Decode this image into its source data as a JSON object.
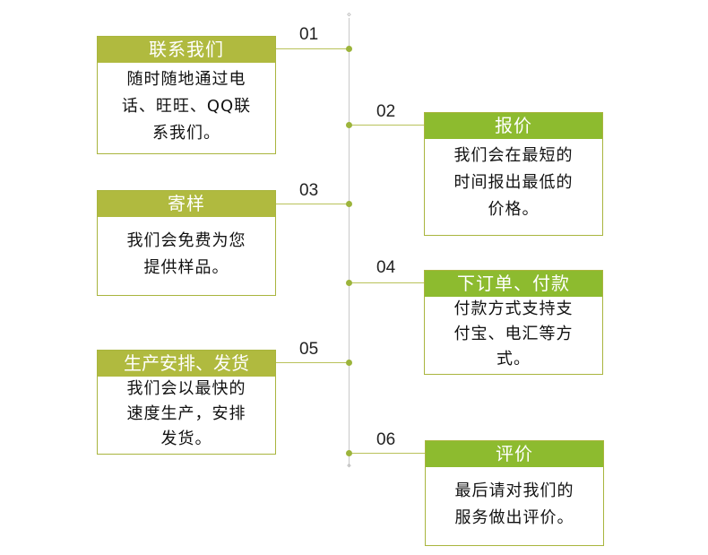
{
  "colors": {
    "header_left": "#b0ba3f",
    "header_right": "#8dbb2f",
    "dot": "#9cb43b",
    "line": "#c8c8c8"
  },
  "steps": [
    {
      "num": "01",
      "title": "联系我们",
      "body": "随时随地通过电\n话、旺旺、QQ联\n系我们。"
    },
    {
      "num": "02",
      "title": "报价",
      "body": "我们会在最短的\n时间报出最低的\n价格。"
    },
    {
      "num": "03",
      "title": "寄样",
      "body": "我们会免费为您\n提供样品。"
    },
    {
      "num": "04",
      "title": "下订单、付款",
      "body": "付款方式支持支\n付宝、电汇等方\n式。"
    },
    {
      "num": "05",
      "title": "生产安排、发货",
      "body": "我们会以最快的\n速度生产，安排\n发货。"
    },
    {
      "num": "06",
      "title": "评价",
      "body": "最后请对我们的\n服务做出评价。"
    }
  ]
}
